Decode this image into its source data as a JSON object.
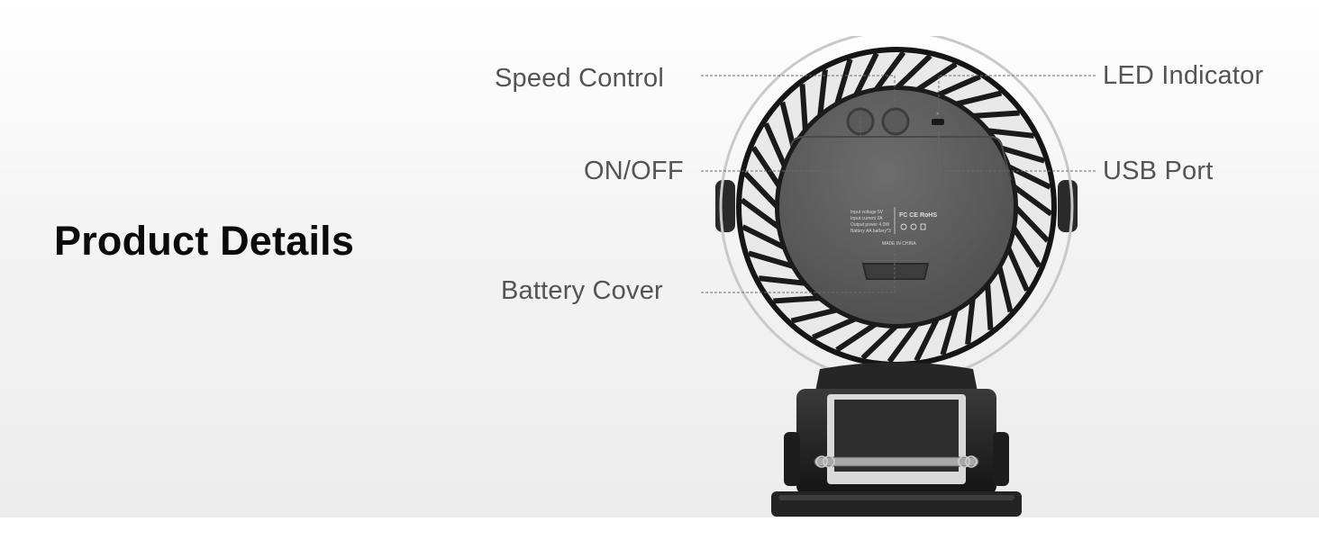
{
  "heading": "Product Details",
  "callouts": {
    "speed_control": "Speed Control",
    "on_off": "ON/OFF",
    "battery_cover": "Battery Cover",
    "led_indicator": "LED Indicator",
    "usb_port": "USB Port"
  },
  "device_label": {
    "spec_lines": [
      "Input voltage  5V",
      "Input current  2A",
      "Output power  4.0W",
      "Battery  AA battery*3"
    ],
    "made_in": "MADE IN CHINA",
    "cert_marks": "FC CE RoHS"
  },
  "colors": {
    "fan_body": "#1e1e1e",
    "back_panel": "#5f5f5f",
    "callout_text": "#545454",
    "heading_text": "#0b0b0b"
  }
}
